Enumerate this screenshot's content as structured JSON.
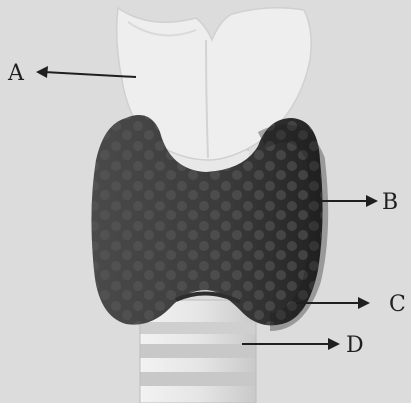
{
  "labels": {
    "a": "A",
    "b": "B",
    "c": "C",
    "d": "D"
  },
  "colors": {
    "background": "#dcdcdc",
    "cartilage": "#eeeeee",
    "cartilage_shadow": "#cfcfcf",
    "gland": "#3f3f3f",
    "gland_dark": "#262626",
    "follicle": "#5b5b5b",
    "trachea": "#e4e4e4",
    "trachea_ring": "#bdbdbd",
    "arrow": "#1f1f1f"
  }
}
